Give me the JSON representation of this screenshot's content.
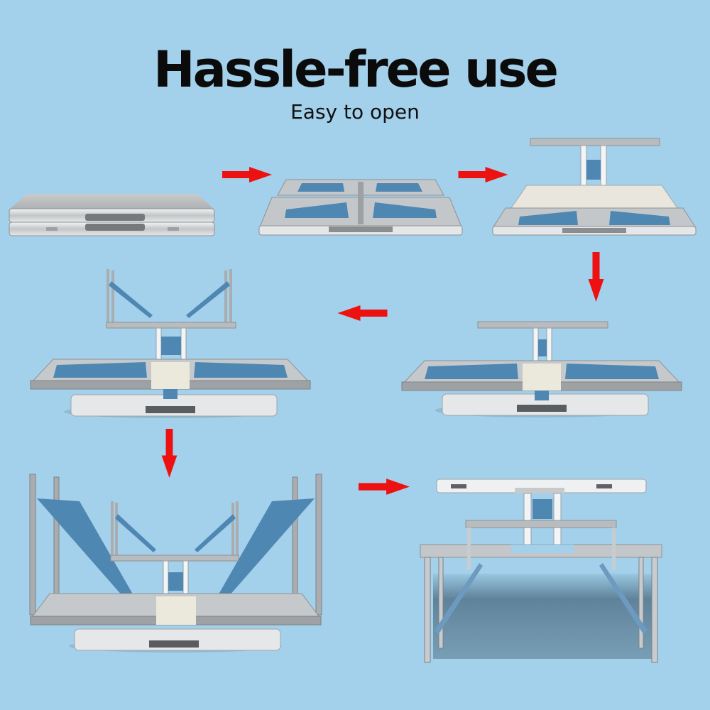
{
  "header": {
    "title": "Hassle-free use",
    "subtitle": "Easy to open"
  },
  "colors": {
    "background": "#a3d0ea",
    "arrow": "#ee1111",
    "frame_aluminum": "#b9bcbf",
    "frame_dark": "#8e9296",
    "bracket_blue": "#4f87b3",
    "panel_cream": "#e9e7dd"
  },
  "steps": [
    {
      "index": 1,
      "name": "folded-case",
      "description": "Closed aluminium carry case"
    },
    {
      "index": 2,
      "name": "case-opened",
      "description": "Case opened flat showing stowed blue brackets"
    },
    {
      "index": 3,
      "name": "center-post-raised",
      "description": "Centre post raised lifting table top"
    },
    {
      "index": 4,
      "name": "top-lifted",
      "description": "Table top lifted above seating frames"
    },
    {
      "index": 5,
      "name": "legs-unfolded-upper",
      "description": "Upper legs unfolded upward"
    },
    {
      "index": 6,
      "name": "all-legs-unfolded",
      "description": "All legs and bench supports unfolded"
    },
    {
      "index": 7,
      "name": "picnic-table-assembled",
      "description": "Assembled picnic table with benches"
    }
  ],
  "arrows": [
    {
      "direction": "right",
      "from": 1,
      "to": 2
    },
    {
      "direction": "right",
      "from": 2,
      "to": 3
    },
    {
      "direction": "down",
      "from": 3,
      "to": 4
    },
    {
      "direction": "left",
      "from": 4,
      "to": 5
    },
    {
      "direction": "down",
      "from": 5,
      "to": 6
    },
    {
      "direction": "right",
      "from": 6,
      "to": 7
    }
  ]
}
